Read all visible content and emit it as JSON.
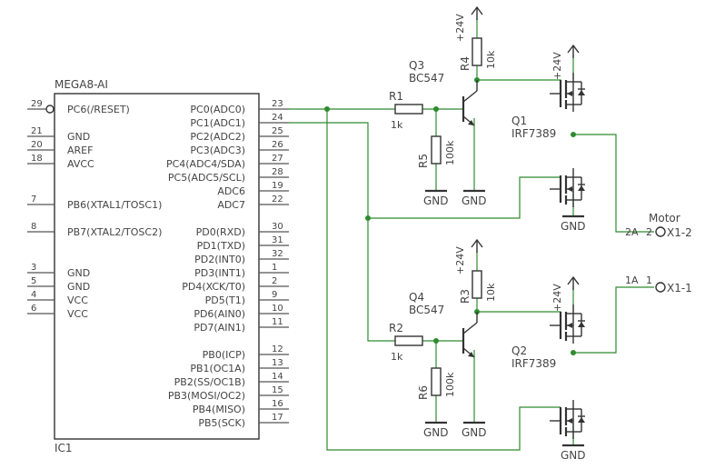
{
  "ic": {
    "name": "MEGA8-AI",
    "ref": "IC1",
    "left_pins": [
      {
        "num": "29",
        "label": "PC6(/RESET)"
      },
      {
        "num": "21",
        "label": "GND"
      },
      {
        "num": "20",
        "label": "AREF"
      },
      {
        "num": "18",
        "label": "AVCC"
      },
      {
        "num": "7",
        "label": "PB6(XTAL1/TOSC1)"
      },
      {
        "num": "8",
        "label": "PB7(XTAL2/TOSC2)"
      },
      {
        "num": "3",
        "label": "GND"
      },
      {
        "num": "5",
        "label": "GND"
      },
      {
        "num": "4",
        "label": "VCC"
      },
      {
        "num": "6",
        "label": "VCC"
      }
    ],
    "right_pins": [
      {
        "num": "23",
        "label": "PC0(ADC0)"
      },
      {
        "num": "24",
        "label": "PC1(ADC1)"
      },
      {
        "num": "25",
        "label": "PC2(ADC2)"
      },
      {
        "num": "26",
        "label": "PC3(ADC3)"
      },
      {
        "num": "27",
        "label": "PC4(ADC4/SDA)"
      },
      {
        "num": "28",
        "label": "PC5(ADC5/SCL)"
      },
      {
        "num": "19",
        "label": "ADC6"
      },
      {
        "num": "22",
        "label": "ADC7"
      },
      {
        "num": "30",
        "label": "PD0(RXD)"
      },
      {
        "num": "31",
        "label": "PD1(TXD)"
      },
      {
        "num": "32",
        "label": "PD2(INT0)"
      },
      {
        "num": "1",
        "label": "PD3(INT1)"
      },
      {
        "num": "2",
        "label": "PD4(XCK/T0)"
      },
      {
        "num": "9",
        "label": "PD5(T1)"
      },
      {
        "num": "10",
        "label": "PD6(AIN0)"
      },
      {
        "num": "11",
        "label": "PD7(AIN1)"
      },
      {
        "num": "12",
        "label": "PB0(ICP)"
      },
      {
        "num": "13",
        "label": "PB1(OC1A)"
      },
      {
        "num": "14",
        "label": "PB2(SS/OC1B)"
      },
      {
        "num": "15",
        "label": "PB3(MOSI/OC2)"
      },
      {
        "num": "16",
        "label": "PB4(MISO)"
      },
      {
        "num": "17",
        "label": "PB5(SCK)"
      }
    ]
  },
  "parts": {
    "r1": {
      "ref": "R1",
      "value": "1k"
    },
    "r2": {
      "ref": "R2",
      "value": "1k"
    },
    "r3": {
      "ref": "R3",
      "value": "10k"
    },
    "r4": {
      "ref": "R4",
      "value": "10k"
    },
    "r5": {
      "ref": "R5",
      "value": "100k"
    },
    "r6": {
      "ref": "R6",
      "value": "100k"
    },
    "q1": {
      "ref": "Q1",
      "value": "IRF7389"
    },
    "q2": {
      "ref": "Q2",
      "value": "IRF7389"
    },
    "q3": {
      "ref": "Q3",
      "value": "BC547"
    },
    "q4": {
      "ref": "Q4",
      "value": "BC547"
    }
  },
  "supply": {
    "v24": "+24V",
    "gnd": "GND"
  },
  "connector": {
    "title": "Motor",
    "x12": "X1-2",
    "x11": "X1-1",
    "pin2": "2",
    "pin1": "1",
    "net2a": "2A",
    "net1a": "1A"
  },
  "colors": {
    "wire": "#2e8b2e",
    "part": "#333333",
    "text": "#444444"
  }
}
